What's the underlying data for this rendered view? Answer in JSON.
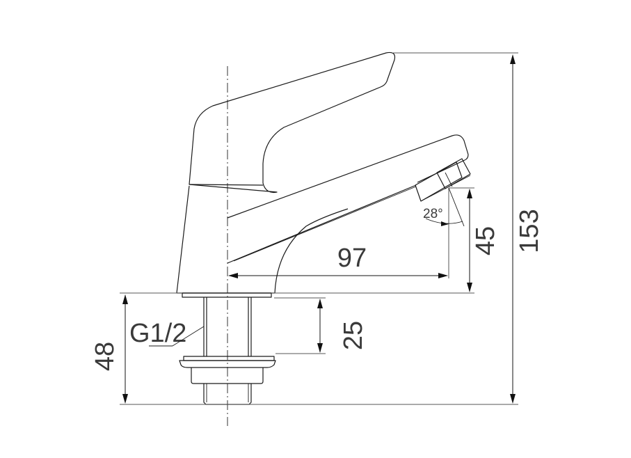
{
  "drawing": {
    "subject": "basin tap side elevation",
    "dimensions": {
      "overall_height": "153",
      "spout_reach": "97",
      "spout_outlet_height": "45",
      "shank_to_washer": "25",
      "shank_length": "48",
      "thread": "G1/2",
      "outlet_angle": "28°"
    }
  }
}
